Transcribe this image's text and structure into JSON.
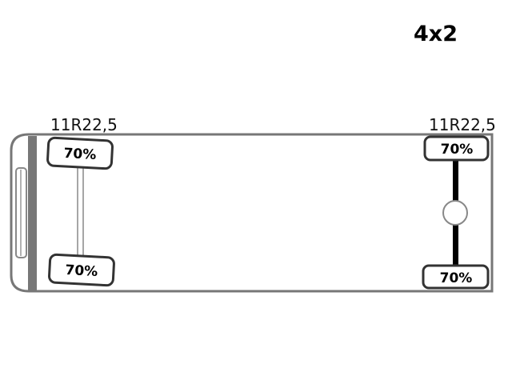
{
  "config": "4x2",
  "colors": {
    "outline": "#777777",
    "bumper": "#777777",
    "axle_front": "#777777",
    "axle_rear": "#000000"
  },
  "front_axle": {
    "tire_size": "11R22,5",
    "tires": [
      {
        "position": "left",
        "tread": "70%"
      },
      {
        "position": "right",
        "tread": "70%"
      }
    ]
  },
  "rear_axle": {
    "tire_size": "11R22,5",
    "tires": [
      {
        "position": "left",
        "tread": "70%"
      },
      {
        "position": "right",
        "tread": "70%"
      }
    ]
  }
}
